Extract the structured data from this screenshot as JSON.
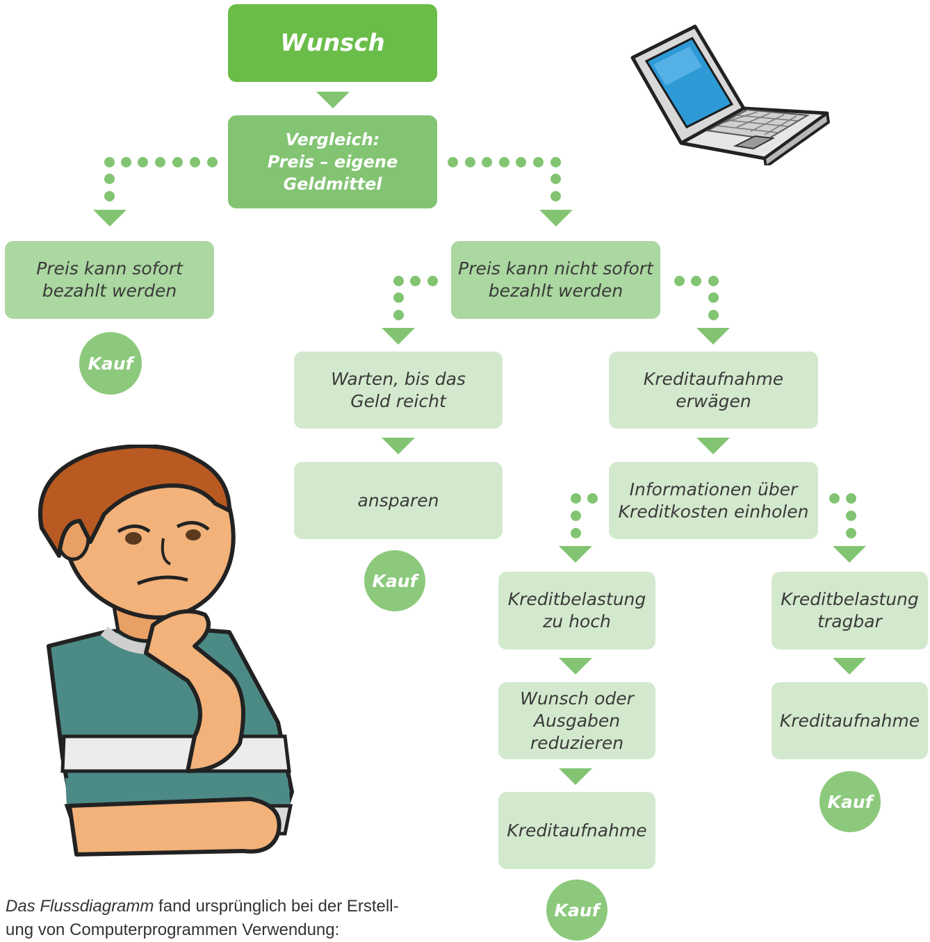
{
  "nodes": {
    "wunsch": "Wunsch",
    "vergleich": "Vergleich:\nPreis – eigene\nGeldmittel",
    "sofort": "Preis kann sofort\nbezahlt werden",
    "nicht_sofort": "Preis kann nicht sofort\nbezahlt werden",
    "warten": "Warten, bis das\nGeld reicht",
    "ansparen": "ansparen",
    "kredit_erwaegen": "Kreditaufnahme\nerwägen",
    "informationen": "Informationen über\nKreditkosten einholen",
    "zu_hoch": "Kreditbelastung\nzu hoch",
    "tragbar": "Kreditbelastung\ntragbar",
    "reduzieren": "Wunsch oder\nAusgaben\nreduzieren",
    "kreditaufnahme_left": "Kreditaufnahme",
    "kreditaufnahme_right": "Kreditaufnahme"
  },
  "kauf_label": "Kauf",
  "caption": {
    "emphasis": "Das Flussdiagramm",
    "line1": " fand ursprünglich bei der Erstell-",
    "line2": "ung von Computerprogrammen Verwendung:"
  },
  "colors": {
    "dark_green": "#6bbd4a",
    "mid_green": "#82c472",
    "light_green": "#abd7a0",
    "pale_green": "#d3e9cd"
  }
}
